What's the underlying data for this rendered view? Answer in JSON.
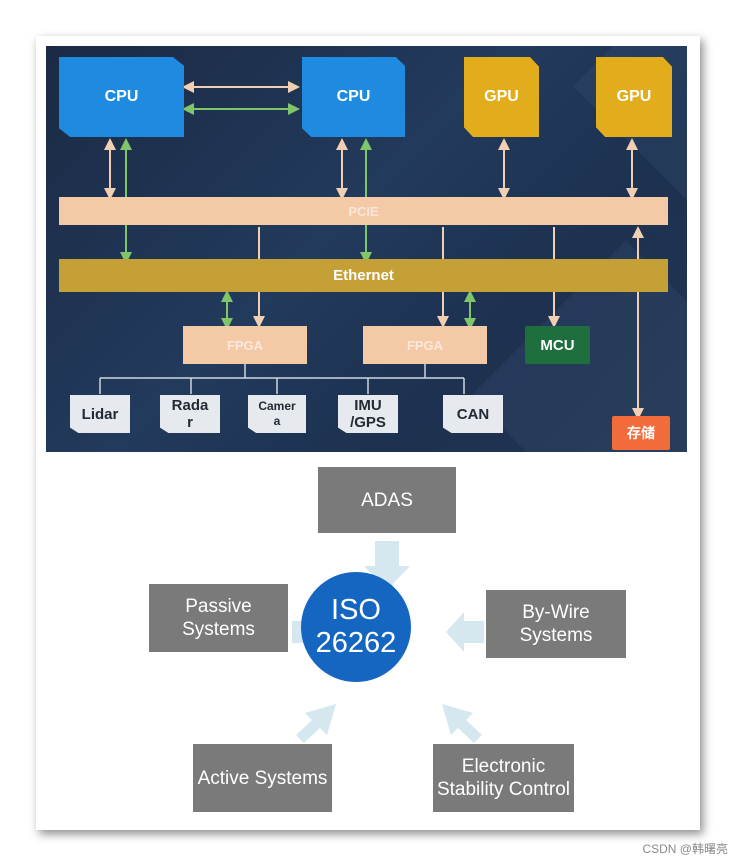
{
  "architecture": {
    "cpu_labels": [
      "CPU",
      "CPU"
    ],
    "gpu_labels": [
      "GPU",
      "GPU"
    ],
    "pcie_label": "PCIE",
    "ethernet_label": "Ethernet",
    "fpga_labels": [
      "FPGA",
      "FPGA"
    ],
    "mcu_label": "MCU",
    "sensors": [
      "Lidar",
      "Rada\nr",
      "Camer\na",
      "IMU\n/GPS",
      "CAN"
    ],
    "storage_label": "存储",
    "colors": {
      "cpu": "#1f8be0",
      "gpu": "#e2ad1c",
      "bus": "#f4c9a6",
      "ethernet": "#c5a037",
      "mcu": "#1f6e3d",
      "storage": "#f26b3a"
    }
  },
  "iso": {
    "center": "ISO\n26262",
    "adas": "ADAS",
    "passive": "Passive\nSystems",
    "bywire": "By-Wire\nSystems",
    "active": "Active Systems",
    "esc": "Electronic\nStability Control",
    "colors": {
      "center": "#1566c0",
      "box": "#7a7a7a",
      "arrow": "#d6e8ef"
    }
  },
  "watermark": "CSDN @韩曙亮"
}
